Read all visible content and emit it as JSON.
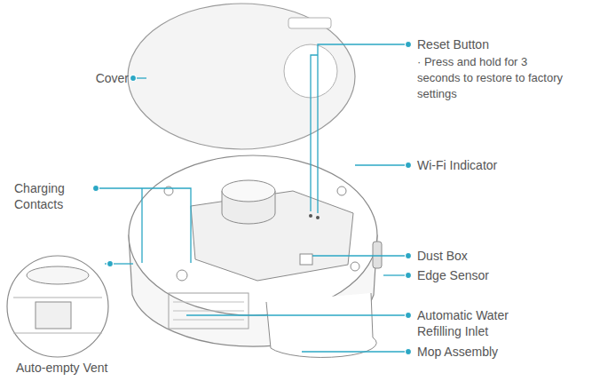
{
  "diagram": {
    "labels": [
      "Cover",
      "Reset Button",
      "· Press and hold for 3 seconds to restore to factory settings",
      "Wi-Fi Indicator",
      "Charging Contacts",
      "Dust Box",
      "Edge Sensor",
      "Automatic Water Refilling Inlet",
      "Auto-empty Vent",
      "Mop Assembly"
    ]
  }
}
